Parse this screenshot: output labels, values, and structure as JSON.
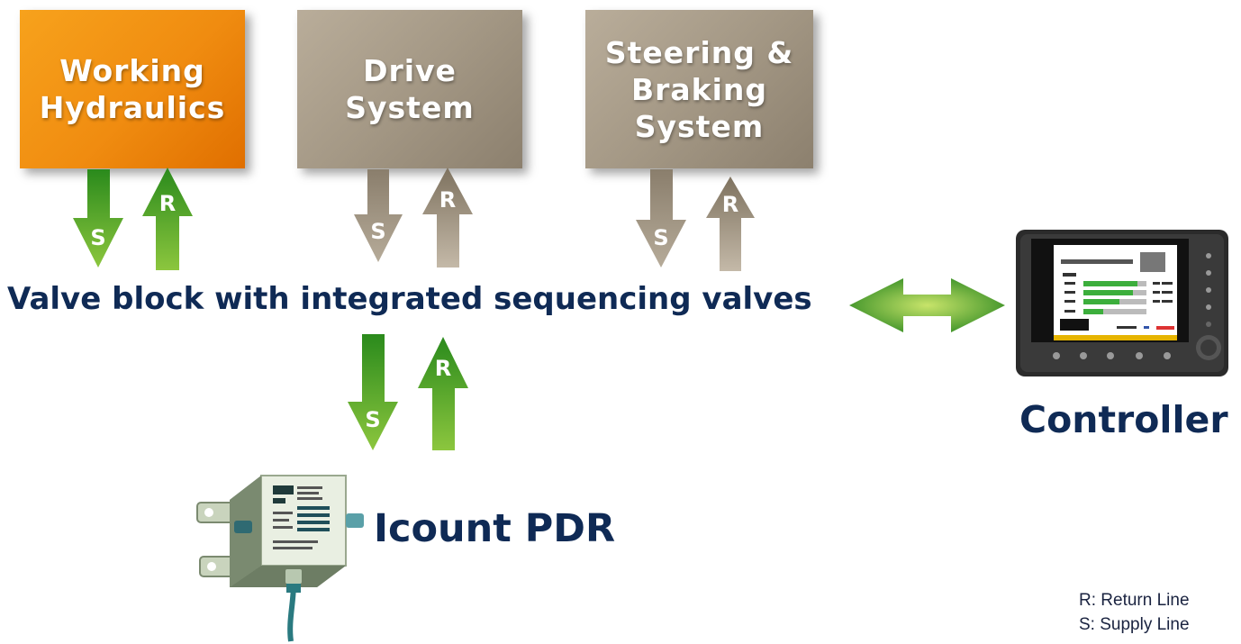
{
  "boxes": {
    "working_hydraulics": "Working\nHydraulics",
    "drive_system": "Drive\nSystem",
    "steering_braking": "Steering &\nBraking\nSystem"
  },
  "arrow_letters": {
    "supply": "S",
    "return": "R"
  },
  "main_label": "Valve block with integrated sequencing valves",
  "controller_label": "Controller",
  "pdr_label": "Icount PDR",
  "legend": {
    "return_line": "R: Return Line",
    "supply_line": "S: Supply Line"
  },
  "colors": {
    "navy_text": "#0f2a55",
    "orange_box": "#f08c10",
    "gray_box": "#a49885",
    "green_arrow": "#3f9e2e",
    "gray_arrow": "#9a8e7c"
  }
}
